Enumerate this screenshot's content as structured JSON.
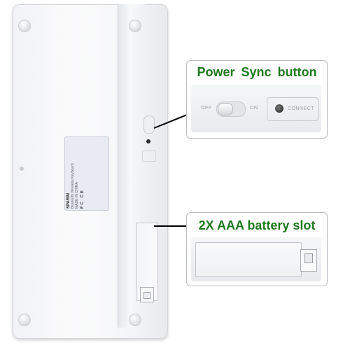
{
  "callouts": {
    "power_sync": {
      "title": "Power  Sync button"
    },
    "battery": {
      "title": "2X AAA battery slot"
    }
  },
  "switch_photo": {
    "off_label": "OFF",
    "on_label": "ON",
    "connect_label": "CONNECT"
  },
  "device_label": {
    "title": "SPARIN",
    "subtitle": "Bluetooth Wireless Keyboard",
    "origin": "MADE IN CHINA",
    "marks": "FC CE"
  },
  "colors": {
    "callout_text": "#1d7a1d",
    "keyboard_body": "#f6f7f8"
  }
}
